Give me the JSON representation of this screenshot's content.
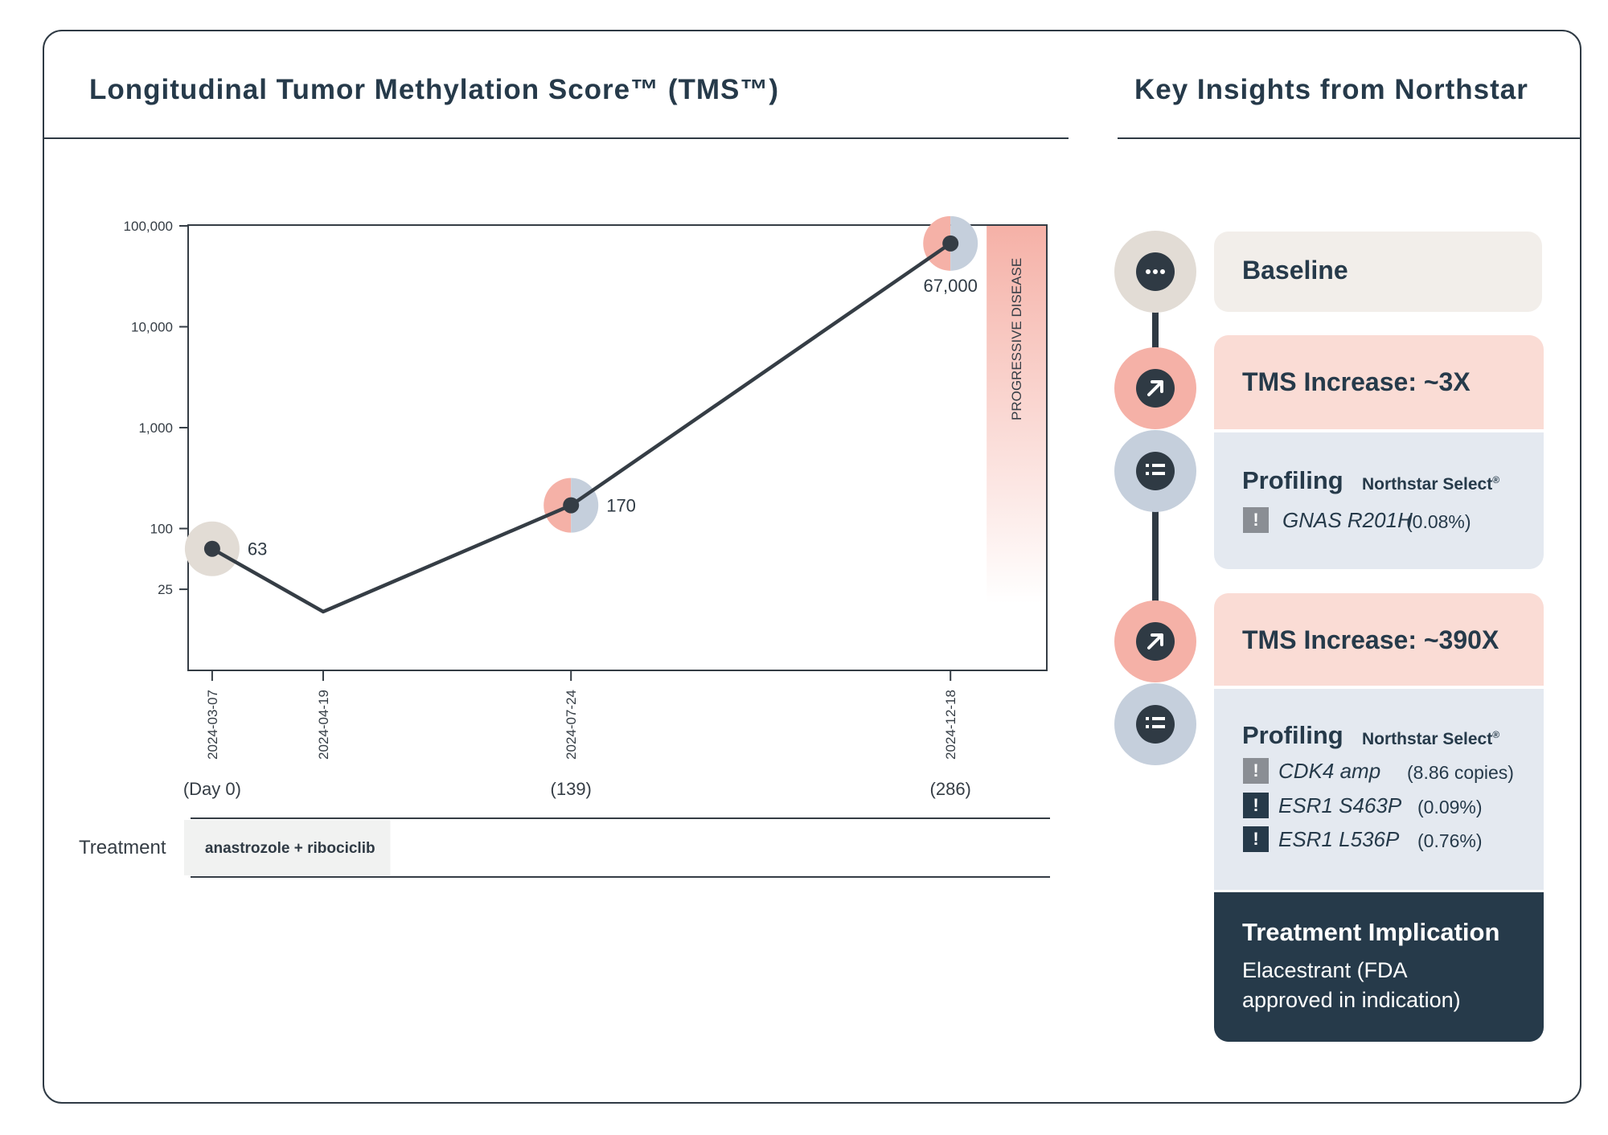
{
  "left_panel": {
    "title": "Longitudinal Tumor Methylation Score™ (TMS™)"
  },
  "right_panel": {
    "title": "Key Insights from Northstar"
  },
  "chart_data": {
    "type": "line",
    "title": "Longitudinal Tumor Methylation Score™ (TMS™)",
    "y_scale": "log",
    "ylim": [
      4,
      100000
    ],
    "y_ticks": [
      {
        "value": 100000,
        "label": "100,000"
      },
      {
        "value": 10000,
        "label": "10,000"
      },
      {
        "value": 1000,
        "label": "1,000"
      },
      {
        "value": 100,
        "label": "100"
      },
      {
        "value": 25,
        "label": "25"
      }
    ],
    "xlim": [
      "2024-02-27",
      "2025-01-24"
    ],
    "x_ticks": [
      {
        "date": "2024-03-07",
        "label": "2024-03-07",
        "day_label": "(Day 0)"
      },
      {
        "date": "2024-04-19",
        "label": "2024-04-19",
        "day_label": ""
      },
      {
        "date": "2024-07-24",
        "label": "2024-07-24",
        "day_label": "(139)"
      },
      {
        "date": "2024-12-18",
        "label": "2024-12-18",
        "day_label": "(286)"
      }
    ],
    "points": [
      {
        "date": "2024-03-07",
        "value": 63,
        "label": "63",
        "marker": "baseline"
      },
      {
        "date": "2024-04-19",
        "value": 15,
        "label": "",
        "marker": "none"
      },
      {
        "date": "2024-07-24",
        "value": 170,
        "label": "170",
        "marker": "split"
      },
      {
        "date": "2024-12-18",
        "value": 67000,
        "label": "67,000",
        "marker": "split"
      }
    ],
    "region": {
      "label": "PROGRESSIVE DISEASE",
      "start": "2025-01-01",
      "end": "2025-01-24"
    },
    "grid": false,
    "colors": {
      "line": "#353d45",
      "baseline": "#e2dcd5",
      "increase": "#f5b1a7",
      "profiling": "#c5cfdc",
      "region": "#f5b1a7"
    }
  },
  "treatment": {
    "label": "Treatment",
    "items": [
      {
        "name": "anastrozole + ribociclib",
        "start": "2024-03-07",
        "end": "2024-05-15"
      }
    ]
  },
  "insights": {
    "baseline": {
      "label": "Baseline",
      "icon": "more-icon"
    },
    "increase1": {
      "label": "TMS Increase: ~3X",
      "icon": "arrow-up-right-icon"
    },
    "profiling1": {
      "label": "Profiling",
      "product": "Northstar Select",
      "product_mark": "®",
      "icon": "list-icon",
      "findings": [
        {
          "gene": "GNAS R201H",
          "freq": "(0.08%)",
          "alert": "!"
        }
      ]
    },
    "increase2": {
      "label": "TMS Increase: ~390X",
      "icon": "arrow-up-right-icon"
    },
    "profiling2": {
      "label": "Profiling",
      "product": "Northstar Select",
      "product_mark": "®",
      "icon": "list-icon",
      "findings": [
        {
          "gene": "CDK4 amp",
          "freq": "(8.86 copies)",
          "alert": "!"
        },
        {
          "gene": "ESR1 S463P",
          "freq": "(0.09%)",
          "alert": "!"
        },
        {
          "gene": "ESR1 L536P",
          "freq": "(0.76%)",
          "alert": "!"
        }
      ]
    },
    "implication": {
      "title": "Treatment Implication",
      "line1": "Elacestrant (FDA",
      "line2": "approved in indication)"
    },
    "colors": {
      "baseline_bg": "#f2eeea",
      "increase_bg": "#fadcd5",
      "profiling_bg": "#e4e9f0",
      "implication_bg": "#263a4a",
      "alert_gray": "#8a8e94",
      "alert_dark": "#263a4a"
    }
  }
}
